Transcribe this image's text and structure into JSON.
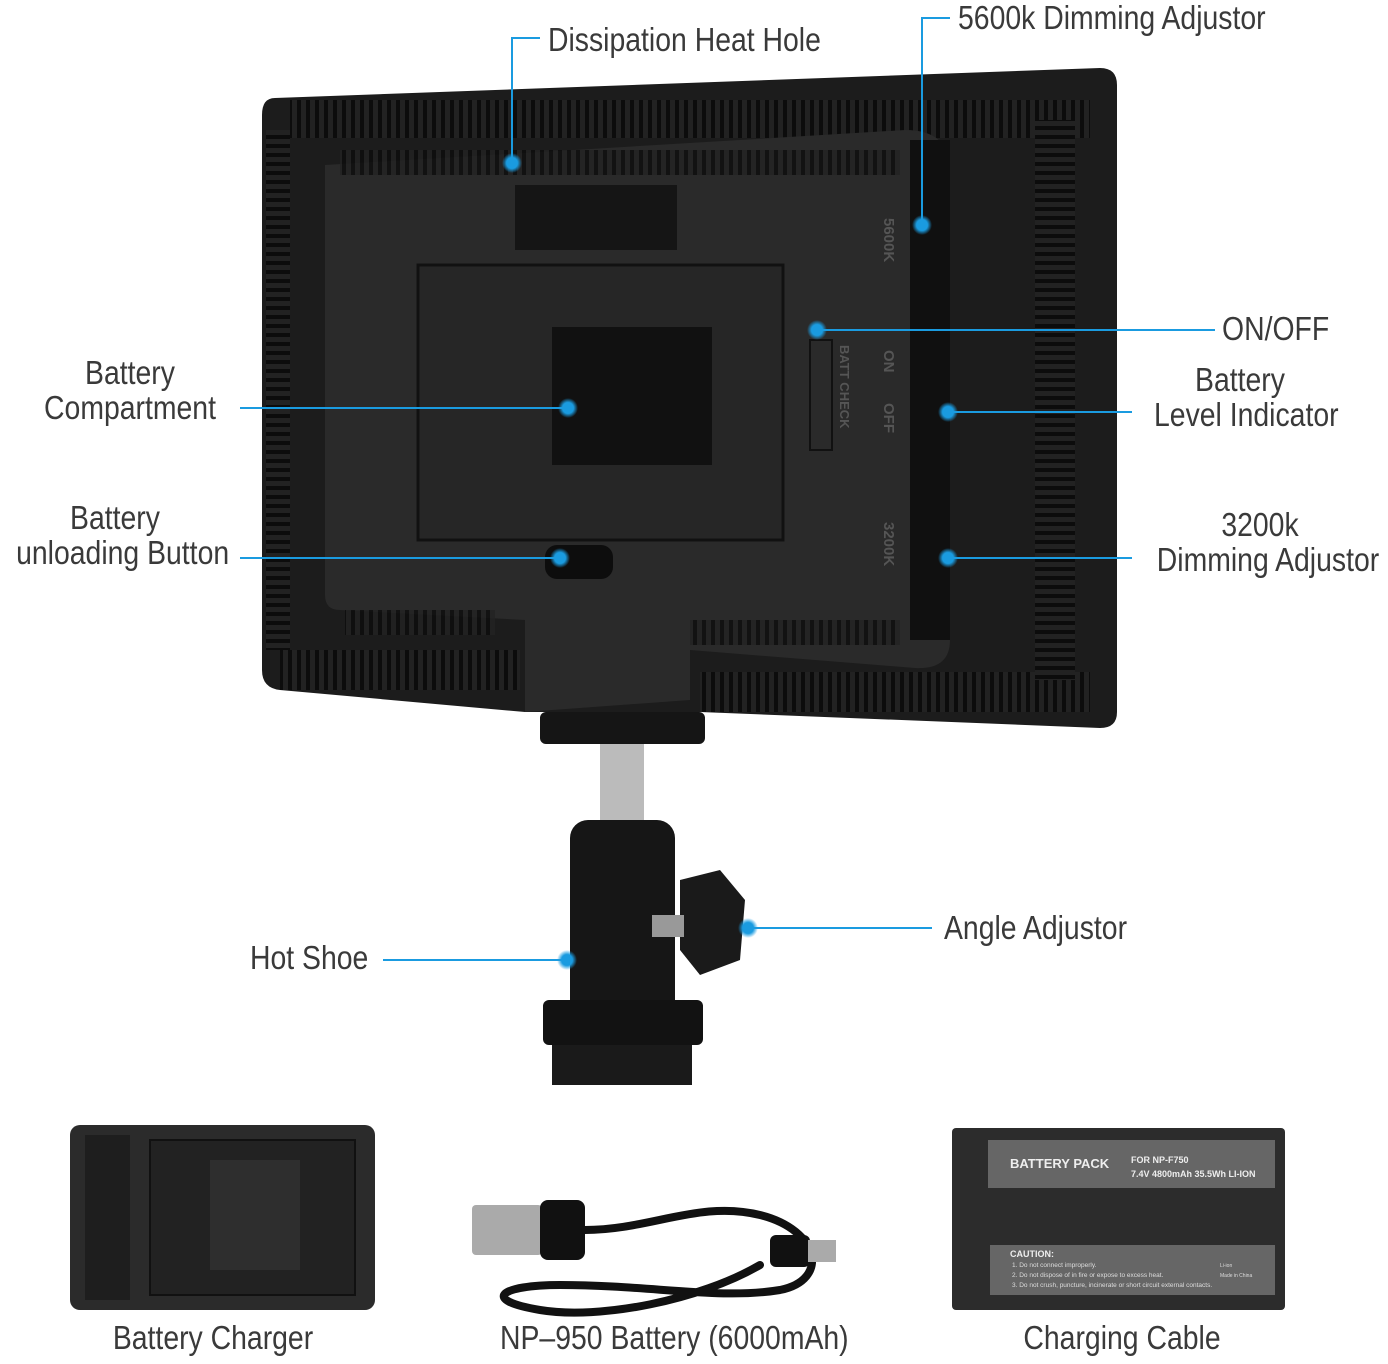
{
  "colors": {
    "callout": "#1a9be0",
    "body": "#1c1c1c",
    "label": "#3a3a3a"
  },
  "callouts": {
    "heat_hole": "Dissipation Heat Hole",
    "dim_5600": "5600k Dimming Adjustor",
    "on_off": "ON/OFF",
    "battery_level": [
      "Battery",
      "Level Indicator"
    ],
    "dim_3200": [
      "3200k",
      "Dimming Adjustor"
    ],
    "battery_compartment": [
      "Battery",
      "Compartment"
    ],
    "unload_button": [
      "Battery",
      "unloading Button"
    ],
    "hot_shoe": "Hot Shoe",
    "angle_adjustor": "Angle Adjustor"
  },
  "panel_markings": {
    "k5600": "5600K",
    "on": "ON",
    "off": "OFF",
    "k3200": "3200K",
    "batt_check": "BATT CHECK"
  },
  "battery_pack": {
    "title": "BATTERY PACK",
    "model": "FOR NP-F750",
    "spec": "7.4V 4800mAh 35.5Wh LI-ION",
    "caution_title": "CAUTION:",
    "caution": [
      "1. Do not connect improperly.",
      "2. Do not dispose of in fire or expose to excess heat.",
      "3. Do not crush, puncture, incinerate or short circuit external contacts."
    ],
    "origin": "Made in China",
    "chem": "Li-ion"
  },
  "accessories": {
    "charger": "Battery Charger",
    "battery": "NP–950 Battery (6000mAh)",
    "cable": "Charging Cable"
  }
}
